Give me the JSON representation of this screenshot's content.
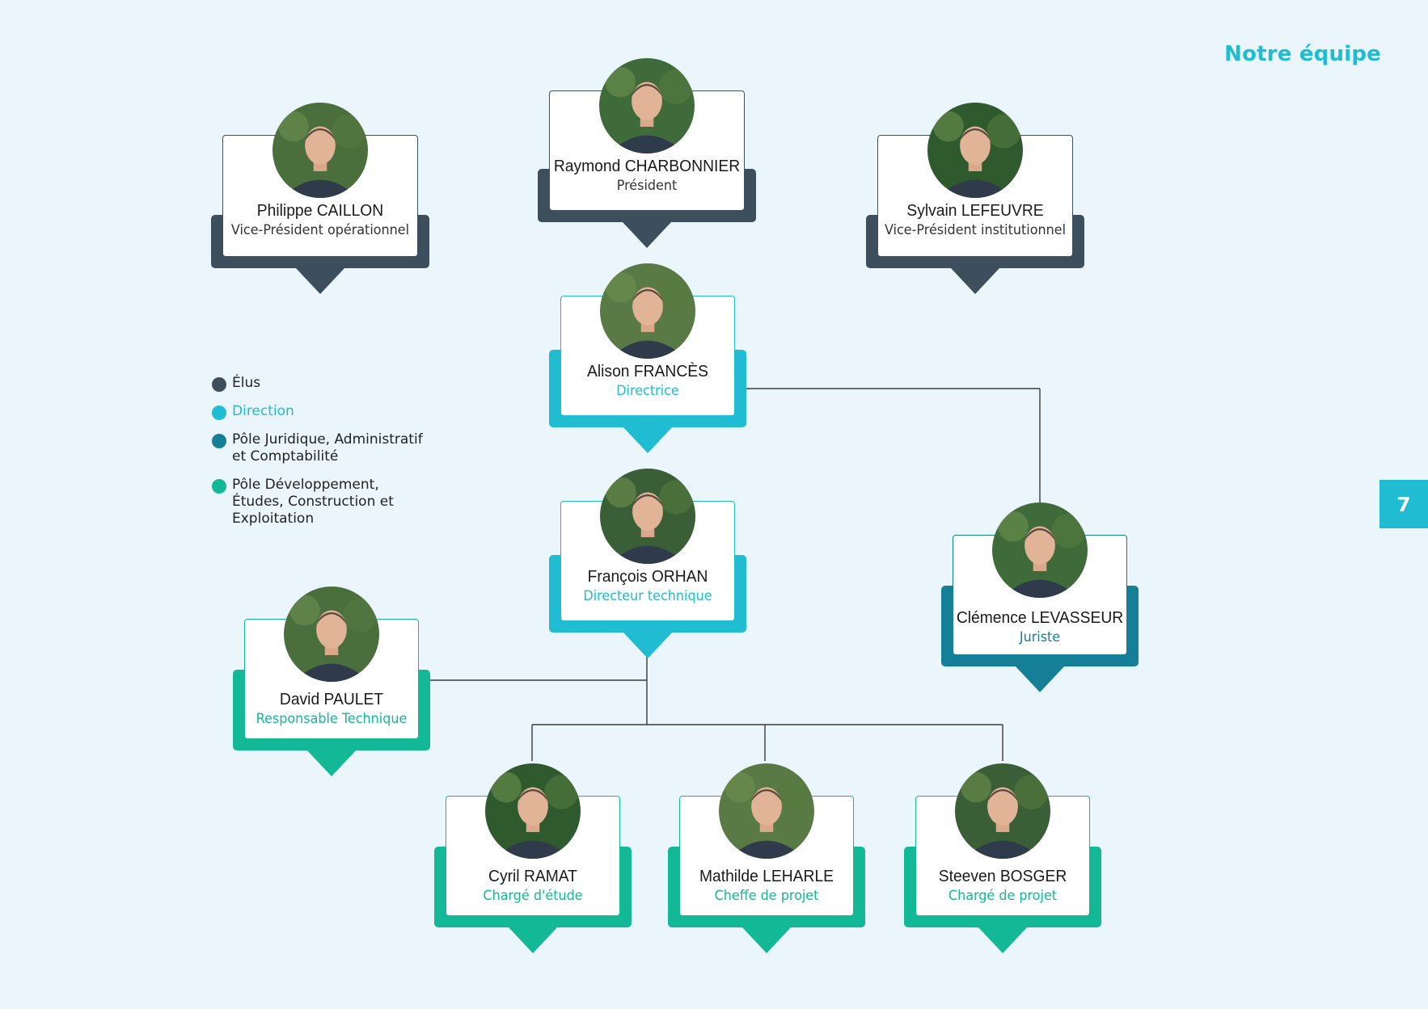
{
  "page": {
    "header_title": "Notre équipe",
    "page_number": "7"
  },
  "colors": {
    "elus": "#3d4f5c",
    "direction": "#1fbcd2",
    "juridique": "#147f96",
    "developpement": "#13b896",
    "background": "#eaf6fc"
  },
  "legend": [
    {
      "key": "elus",
      "label": "Élus"
    },
    {
      "key": "direction",
      "label": "Direction"
    },
    {
      "key": "juridique",
      "label": "Pôle Juridique, Administratif et Comptabilité"
    },
    {
      "key": "developpement",
      "label": "Pôle Développement, Études, Construction et Exploitation"
    }
  ],
  "people": {
    "charbonnier": {
      "first": "Raymond",
      "last": "CHARBONNIER",
      "role": "Président",
      "group": "elus",
      "photo": "portrait-photo"
    },
    "caillon": {
      "first": "Philippe",
      "last": "CAILLON",
      "role": "Vice-Président opérationnel",
      "group": "elus",
      "photo": "portrait-photo"
    },
    "lefeuvre": {
      "first": "Sylvain",
      "last": "LEFEUVRE",
      "role": "Vice-Président institutionnel",
      "group": "elus",
      "photo": "portrait-photo"
    },
    "frances": {
      "first": "Alison",
      "last": "FRANCÈS",
      "role": "Directrice",
      "group": "direction",
      "photo": "portrait-photo"
    },
    "orhan": {
      "first": "François",
      "last": "ORHAN",
      "role": "Directeur technique",
      "group": "direction",
      "photo": "portrait-photo"
    },
    "levasseur": {
      "first": "Clémence",
      "last": "LEVASSEUR",
      "role": "Juriste",
      "group": "juridique",
      "photo": "portrait-photo"
    },
    "paulet": {
      "first": "David",
      "last": "PAULET",
      "role": "Responsable Technique",
      "group": "developpement",
      "photo": "portrait-photo"
    },
    "ramat": {
      "first": "Cyril",
      "last": "RAMAT",
      "role": "Chargé d'étude",
      "group": "developpement",
      "photo": "portrait-photo"
    },
    "leharle": {
      "first": "Mathilde",
      "last": "LEHARLE",
      "role": "Cheffe de projet",
      "group": "developpement",
      "photo": "portrait-photo"
    },
    "bosger": {
      "first": "Steeven",
      "last": "BOSGER",
      "role": "Chargé de projet",
      "group": "developpement",
      "photo": "portrait-photo"
    }
  }
}
